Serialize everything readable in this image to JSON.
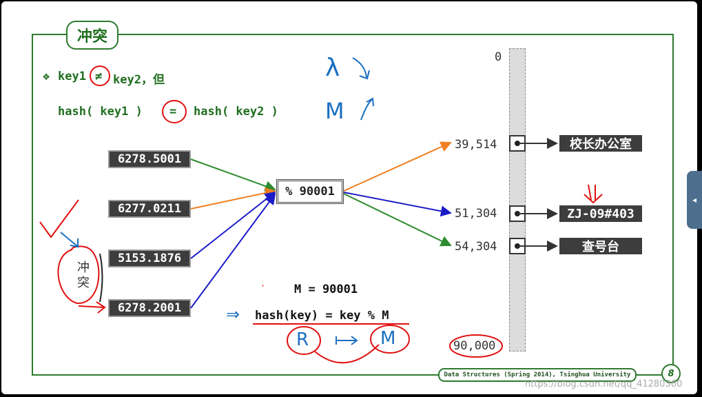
{
  "slide": {
    "title": "冲突",
    "line1_bullet": "❖",
    "line1_a": "key1",
    "line1_ne": "≠",
    "line1_b": "key2，但",
    "line2": "hash( key1 )",
    "line2_eq": "=",
    "line2_b": "hash( key2 )",
    "keys": [
      "6278.5001",
      "6277.0211",
      "5153.1876",
      "6278.2001"
    ],
    "mod_label": "% 90001",
    "addresses": [
      "39,514",
      "51,304",
      "54,304"
    ],
    "table_top": "0",
    "table_bottom": "90,000",
    "values": [
      "校长办公室",
      "ZJ-09#403",
      "查号台"
    ],
    "m_def": "M = 90001",
    "hash_def": "hash(key) = key % M",
    "footer": "Data Structures (Spring 2014), Tsinghua University",
    "page": "8"
  },
  "annotations": {
    "lambda": "λ",
    "M": "M",
    "collision": "冲\n突",
    "R": "R",
    "M2": "M",
    "implies": "⇒"
  },
  "watermark": "https://blog.csdn.net/qq_41280360",
  "side_tab_icon": "◂",
  "colors": {
    "frame": "#2d7a2d",
    "title_text": "#1f6e1f",
    "arrow_green": "#2e8b2e",
    "arrow_orange": "#f07f20",
    "arrow_blue": "#1b1bc8",
    "ink_red": "#e01010",
    "ink_blue": "#1a6fc0"
  }
}
